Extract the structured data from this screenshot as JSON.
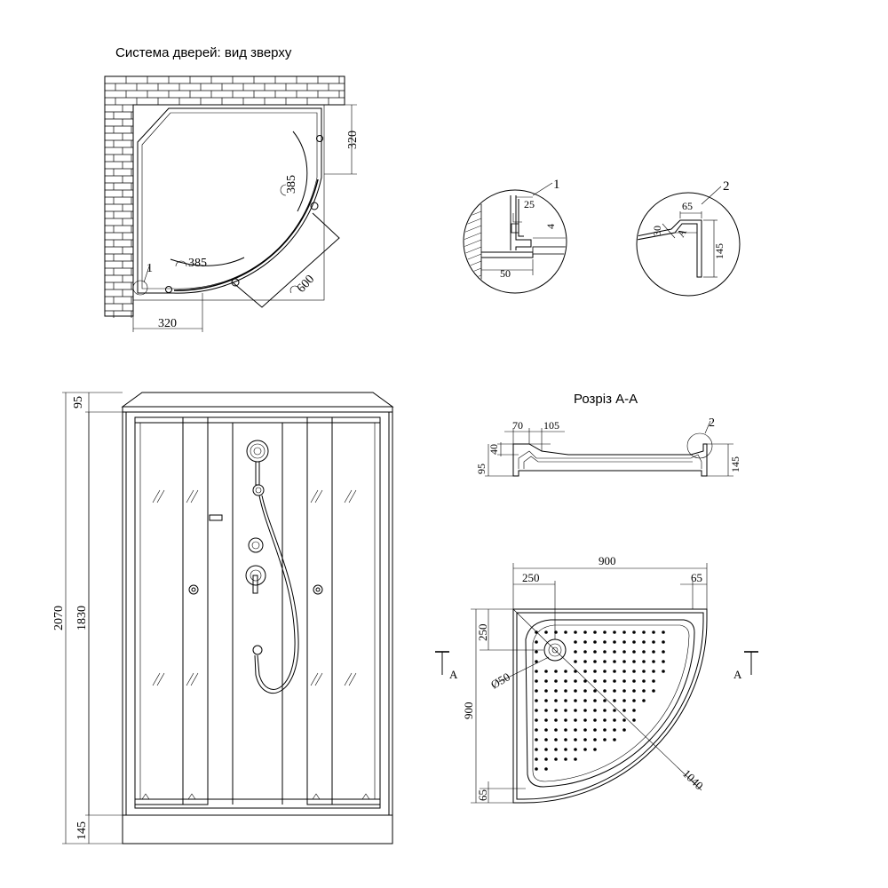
{
  "titles": {
    "top_view": "Система дверей: вид зверху",
    "section": "Розріз А-А"
  },
  "top_view": {
    "dim_320_right": "320",
    "dim_385_right": "385",
    "dim_385_bottom": "385",
    "dim_600": "600",
    "dim_320_bottom": "320",
    "callout_1": "1"
  },
  "detail_1": {
    "callout": "1",
    "d25": "25",
    "d4": "4",
    "d50": "50"
  },
  "detail_2": {
    "callout": "2",
    "d65": "65",
    "d30": "30",
    "dA": "A",
    "d145": "145"
  },
  "front_view": {
    "d95": "95",
    "d2070": "2070",
    "d1830": "1830",
    "d145": "145"
  },
  "section": {
    "d70": "70",
    "d105": "105",
    "d40": "40",
    "d95": "95",
    "d145": "145",
    "callout_2": "2"
  },
  "tray": {
    "d900_top": "900",
    "d250_top": "250",
    "d65_top": "65",
    "d250_left": "250",
    "d900_left": "900",
    "d65_left": "65",
    "d50": "Ø50",
    "d1040": "1040",
    "cut_left": "A",
    "cut_right": "A"
  }
}
